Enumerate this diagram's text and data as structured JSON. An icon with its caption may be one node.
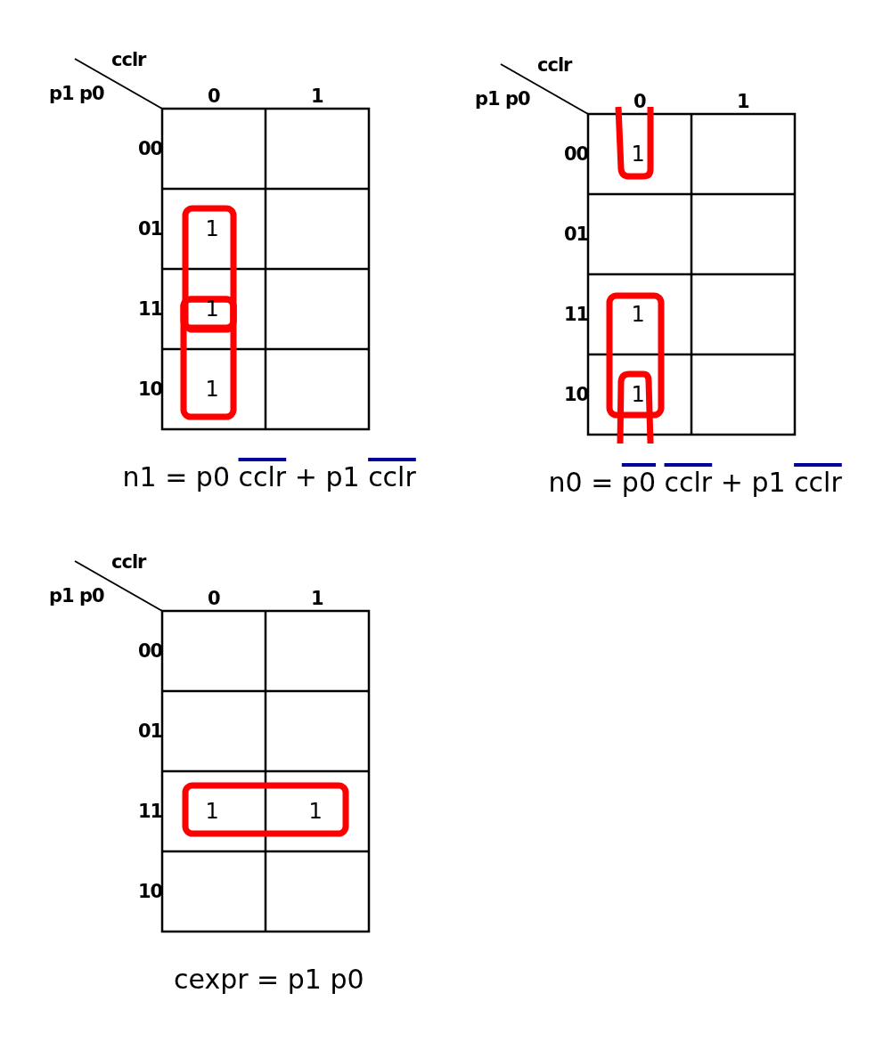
{
  "diagram": {
    "labels": [
      "cclr",
      "p1 p0",
      "0",
      "1",
      "00",
      "01",
      "11",
      "10",
      "1",
      "1",
      "1",
      "n1 = p0 cclr + p1 cclr",
      "cclr",
      "p1 p0",
      "0",
      "1",
      "00",
      "01",
      "11",
      "10",
      "1",
      "1",
      "1",
      "n0 = p0 cclr + p1 cclr",
      "cclr",
      "p1 p0",
      "0",
      "1",
      "00",
      "01",
      "11",
      "10",
      "1",
      "1",
      "cexpr = p1 p0"
    ]
  }
}
